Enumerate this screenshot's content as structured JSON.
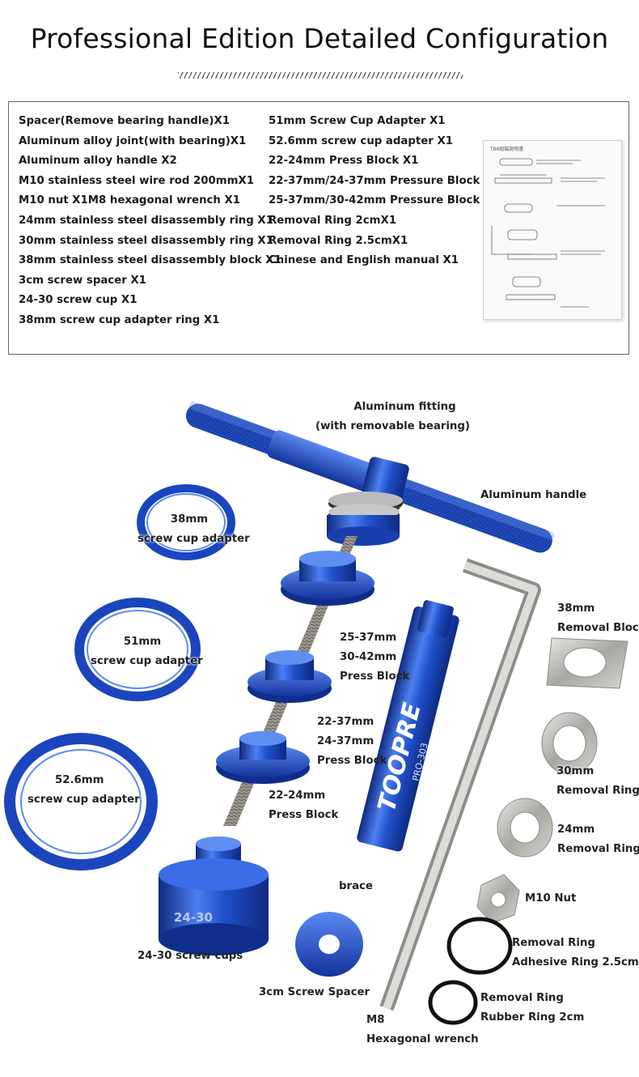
{
  "title": "Professional Edition Detailed Configuration",
  "config_left": [
    "Spacer(Remove bearing handle)X1",
    "Aluminum alloy joint(with bearing)X1",
    "Aluminum alloy handle X2",
    "M10 stainless steel wire rod 200mmX1",
    "M10 nut X1M8 hexagonal wrench X1",
    "24mm stainless steel disassembly ring X1",
    "30mm stainless steel disassembly ring X1",
    "38mm stainless steel disassembly block X1",
    "3cm screw spacer X1",
    "24-30 screw cup X1",
    "38mm screw cup adapter ring X1"
  ],
  "config_right": [
    "51mm Screw Cup Adapter X1",
    "52.6mm screw cup adapter X1",
    "22-24mm Press Block X1",
    "22-37mm/24-37mm Pressure Block X1",
    "25-37mm/30-42mm Pressure Block X1",
    "Removal Ring 2cmX1",
    "Removal Ring 2.5cmX1",
    "Chinese and English manual X1"
  ],
  "labels": {
    "aluminum_fitting_1": "Aluminum fitting",
    "aluminum_fitting_2": "(with removable bearing)",
    "aluminum_handle": "Aluminum handle",
    "adapter_38_1": "38mm",
    "adapter_38_2": "screw cup adapter",
    "adapter_51_1": "51mm",
    "adapter_51_2": "screw cup adapter",
    "adapter_526_1": "52.6mm",
    "adapter_526_2": "screw cup adapter",
    "press_25_1": "25-37mm",
    "press_25_2": "30-42mm",
    "press_25_3": "Press Block",
    "press_22_1": "22-37mm",
    "press_22_2": "24-37mm",
    "press_22_3": "Press Block",
    "press_2224_1": "22-24mm",
    "press_2224_2": "Press Block",
    "removal_block_1": "38mm",
    "removal_block_2": "Removal Block",
    "removal_30_1": "30mm",
    "removal_30_2": "Removal Ring",
    "removal_24_1": "24mm",
    "removal_24_2": "Removal Ring",
    "m10_nut": "M10 Nut",
    "brace": "brace",
    "adhesive_1": "Removal Ring",
    "adhesive_2": "Adhesive Ring 2.5cm",
    "rubber_1": "Removal Ring",
    "rubber_2": "Rubber Ring 2cm",
    "screw_cups": "24-30 screw cups",
    "spacer": "3cm Screw Spacer",
    "wrench_1": "M8",
    "wrench_2": "Hexagonal wrench",
    "cup_engraving": "24-30",
    "brand": "TOOPRE",
    "model": "PRO-303"
  },
  "manual_title": "T86組裝說明書",
  "colors": {
    "anodized_blue": "#1f4fc9",
    "blue_highlight": "#4d7ff0",
    "blue_shadow": "#0e2a80",
    "steel": "#b8b8b4",
    "steel_dark": "#7d7d78"
  }
}
